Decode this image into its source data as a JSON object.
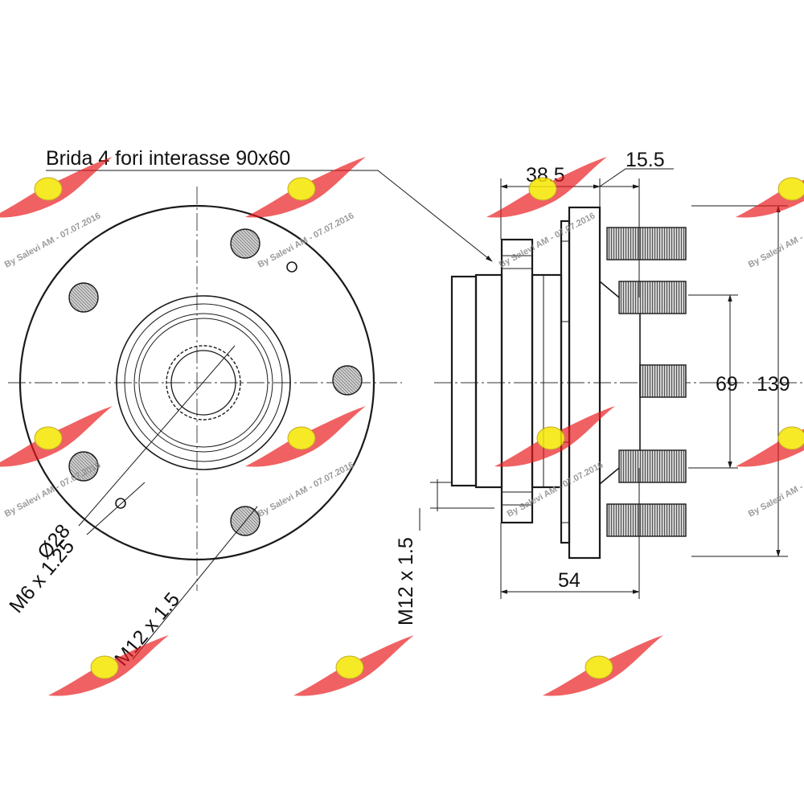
{
  "labels": {
    "flange_note": "Brida 4 fori interasse 90x60",
    "dim_38_5": "38.5",
    "dim_15_5": "15.5",
    "dim_69": "69",
    "dim_139": "139",
    "dim_54": "54",
    "spline_diameter": "Ø28",
    "thread_m6": "M6 x 1.25",
    "thread_m12_front": "M12 x 1.5",
    "thread_m12_side": "M12 x 1.5"
  },
  "watermark": {
    "text": "By Salevi AM - 07.07.2016",
    "wing_color": "#e8181a",
    "badge_color": "#f5e600"
  }
}
